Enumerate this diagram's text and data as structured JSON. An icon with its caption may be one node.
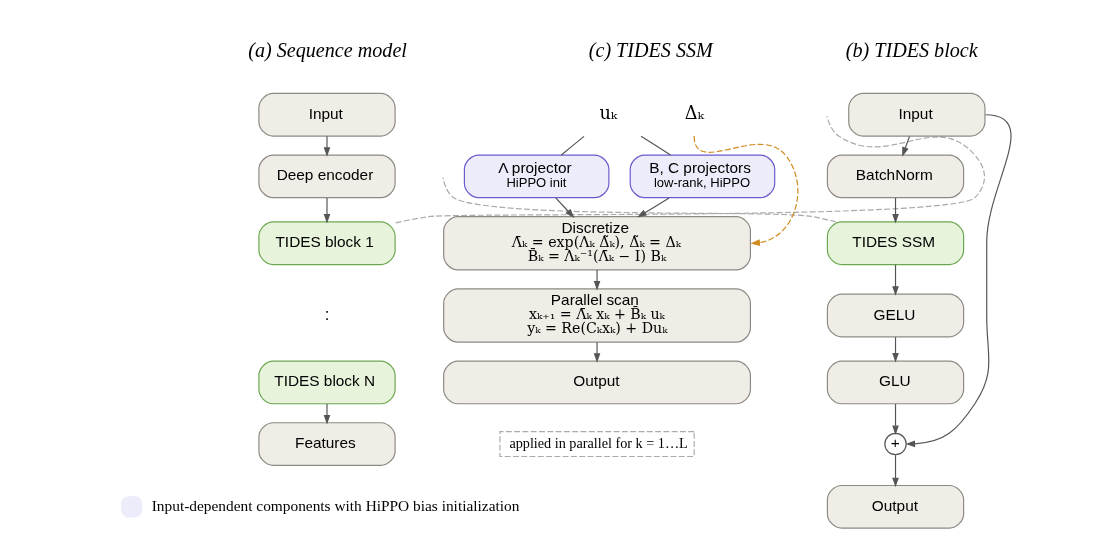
{
  "diagram": {
    "nodes": [
      {
        "text": [
          "Input"
        ]
      },
      {
        "text": [
          "Deep encoder"
        ]
      },
      {
        "text": [
          "TIDES block 1"
        ]
      },
      {
        "text": [
          "TIDES block N"
        ]
      },
      {
        "text": [
          "Features"
        ]
      },
      {
        "text": [
          "Input"
        ]
      },
      {
        "text": [
          "BatchNorm"
        ]
      },
      {
        "text": [
          "TIDES SSM"
        ]
      },
      {
        "text": [
          "GELU"
        ]
      },
      {
        "text": [
          "GLU"
        ]
      },
      {
        "text": [
          "+"
        ]
      },
      {
        "text": [
          "Output"
        ]
      },
      {
        "text": [
          "uₖ"
        ]
      },
      {
        "text": [
          "Δₖ"
        ]
      },
      {
        "text": [
          "Λ projector",
          "HiPPO init"
        ]
      },
      {
        "text": [
          "B, C projectors",
          "low-rank, HiPPO"
        ]
      },
      {
        "text": [
          "Discretize",
          "Λ̄ₖ = exp(Λₖ Δ̃ₖ), Δ̃ₖ = Δₖ",
          "B̄ₖ = Λₖ⁻¹(Λ̄ₖ − I) Bₖ"
        ]
      },
      {
        "text": [
          "Parallel scan",
          "xₖ₊₁ = Λ̄ₖ xₖ + B̄ₖ uₖ",
          "yₖ = Re(Cₖxₖ) + Duₖ"
        ]
      },
      {
        "text": [
          "Output"
        ]
      },
      {
        "text": [
          "applied in parallel for k = 1…L"
        ]
      }
    ],
    "edges": [
      {
        "from": 0,
        "to": 1,
        "arrow": "to"
      },
      {
        "from": 1,
        "to": 2,
        "arrow": "to"
      },
      {
        "from": 3,
        "to": 4,
        "arrow": "to"
      },
      {
        "from": 5,
        "to": 6,
        "arrow": "to"
      },
      {
        "from": 6,
        "to": 7,
        "arrow": "to"
      },
      {
        "from": 7,
        "to": 8,
        "arrow": "to"
      },
      {
        "from": 8,
        "to": 9,
        "arrow": "to"
      },
      {
        "from": 9,
        "to": 10,
        "arrow": "to"
      },
      {
        "from": 10,
        "to": 11,
        "arrow": "to"
      },
      {
        "from": 5,
        "to": 10,
        "arrow": "to"
      },
      {
        "from": 12,
        "to": 14,
        "arrow": "none"
      },
      {
        "from": 12,
        "to": 15,
        "arrow": "none"
      },
      {
        "from": 14,
        "to": 16,
        "arrow": "to"
      },
      {
        "from": 15,
        "to": 16,
        "arrow": "to"
      },
      {
        "from": 13,
        "to": 16,
        "arrow": "to",
        "style": "dashed",
        "color": "#d08a1e"
      },
      {
        "from": 16,
        "to": 17,
        "arrow": "to"
      },
      {
        "from": 17,
        "to": 18,
        "arrow": "to"
      },
      {
        "from": 2,
        "to": null,
        "arrow": "none",
        "style": "dashed",
        "color": "#aaaaaa"
      },
      {
        "from": 7,
        "to": null,
        "arrow": "none",
        "style": "dashed",
        "color": "#aaaaaa"
      }
    ],
    "labels": [
      "(a) Sequence model",
      "(b) TIDES block",
      "(c) TIDES SSM",
      ":"
    ],
    "legend": [
      {
        "text": "Input-dependent components with HiPPO bias initialization",
        "color": "#ececfb"
      }
    ]
  }
}
